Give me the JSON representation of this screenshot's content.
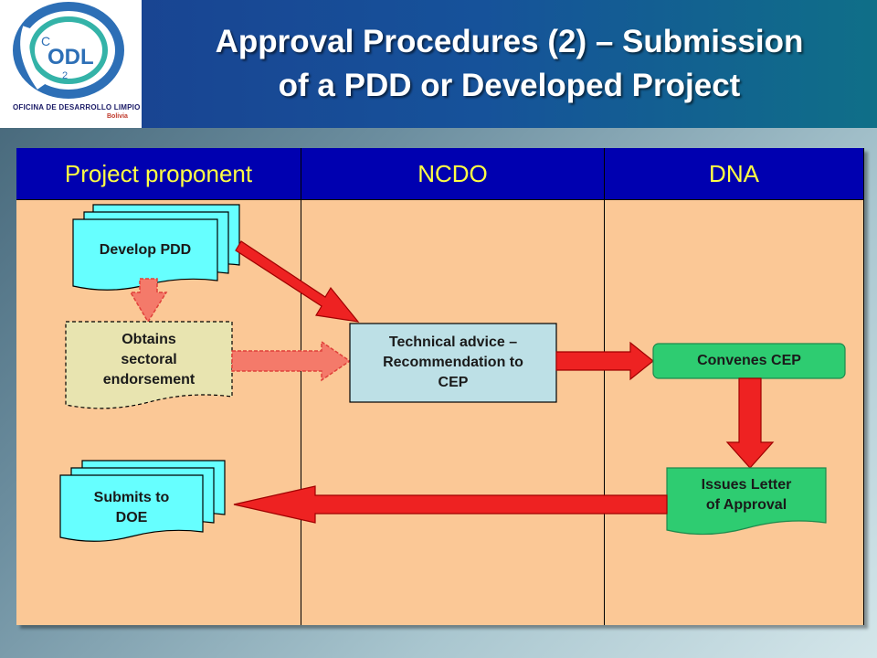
{
  "header": {
    "title_line1": "Approval Procedures (2) – Submission",
    "title_line2": "of a PDD or Developed Project",
    "logo_letters": "ODL",
    "logo_c": "C",
    "logo_2": "2",
    "logo_caption": "OFICINA DE DESARROLLO LIMPIO",
    "logo_country": "Bolivia"
  },
  "lanes": [
    {
      "label": "Project proponent"
    },
    {
      "label": "NCDO"
    },
    {
      "label": "DNA"
    }
  ],
  "nodes": {
    "develop_pdd": "Develop PDD",
    "sectoral_1": "Obtains",
    "sectoral_2": "sectoral",
    "sectoral_3": "endorsement",
    "technical_1": "Technical advice –",
    "technical_2": "Recommendation to",
    "technical_3": "CEP",
    "convenes": "Convenes CEP",
    "issues_1": "Issues Letter",
    "issues_2": "of Approval",
    "submits_1": "Submits to",
    "submits_2": "DOE"
  },
  "colors": {
    "lane_header": "#0000b0",
    "lane_header_text": "#ffff44",
    "lane_body": "#fbc896",
    "document": "#66ffff",
    "sectoral": "#e8e4b0",
    "technical": "#bde0e6",
    "process_green": "#2ecc71",
    "arrow_red": "#ee2222",
    "arrow_salmon": "#f47a6a"
  }
}
